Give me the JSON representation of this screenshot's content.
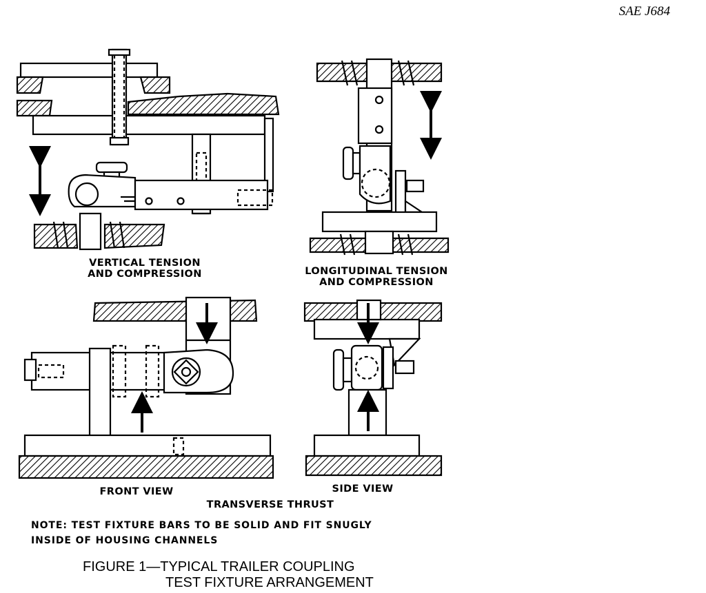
{
  "document": {
    "id": "SAE J684"
  },
  "views": {
    "vertical": {
      "line1": "VERTICAL TENSION",
      "line2": "AND COMPRESSION"
    },
    "longitudinal": {
      "line1": "LONGITUDINAL TENSION",
      "line2": "AND COMPRESSION"
    },
    "front": {
      "label": "FRONT VIEW"
    },
    "side": {
      "label": "SIDE VIEW"
    },
    "transverse": {
      "label": "TRANSVERSE THRUST"
    }
  },
  "note": {
    "line1": "NOTE: TEST FIXTURE BARS TO BE SOLID AND FIT SNUGLY",
    "line2": "INSIDE OF HOUSING CHANNELS"
  },
  "figure": {
    "line1": "FIGURE 1—TYPICAL TRAILER COUPLING",
    "line2": "TEST FIXTURE ARRANGEMENT"
  }
}
